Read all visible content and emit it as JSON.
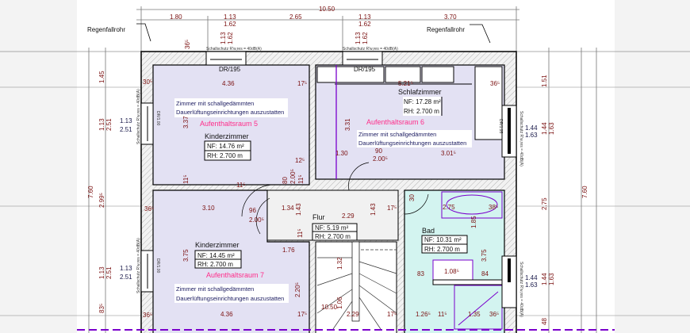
{
  "colors": {
    "room": "#e3e1f3",
    "bath": "#d3f4f0",
    "dimension": "#7a1010",
    "label": "#ff2d8a",
    "purple": "#7a00cc"
  },
  "top_dims": {
    "overall": "10.50",
    "segments": [
      "1.80",
      "1.13",
      "1.62",
      "2.65",
      "1.13",
      "1.62",
      "3.70"
    ],
    "window_v": [
      "1.13",
      "1.62",
      "1.13",
      "1.62"
    ],
    "wall": "36⁵"
  },
  "annotations": {
    "rain_pipe_left": "Regenfallrohr",
    "rain_pipe_right": "Regenfallrohr",
    "soundproof": "Schallschutz R'w,res = 40dB(A)",
    "window_type": "DR/195",
    "window_type_side": "DR/1.00",
    "window_type_side_right": "DR/1.95"
  },
  "left_dims": {
    "overall": "7.60",
    "segments": [
      "1.45",
      "1.13",
      "2.51",
      "2.99⁵",
      "1.13",
      "2.51",
      "83⁵"
    ],
    "window1": [
      "1.13",
      "2.51"
    ],
    "window2": [
      "1.13",
      "2.51"
    ]
  },
  "right_dims": {
    "overall": "7.60",
    "segments": [
      "1.51",
      "1.44",
      "1.63",
      "2.75",
      "1.44",
      "1.63",
      "48"
    ],
    "window1": [
      "1.44",
      "1.63"
    ],
    "window2": [
      "1.44",
      "1.63"
    ]
  },
  "rooms": {
    "room5": {
      "name": "Kinderzimmer",
      "nf": "NF: 14.76 m²",
      "rh": "RH: 2.700 m",
      "label": "Aufenthaltsraum 5",
      "note1": "Zimmer mit schallgedämmten",
      "note2": "Dauerlüftungseinrichtungen auszustatten"
    },
    "room6": {
      "name": "Schlafzimmer",
      "nf": "NF: 17.28 m²",
      "rh": "RH: 2.700 m",
      "label": "Aufenthaltsraum 6",
      "note1": "Zimmer mit schallgedämmten",
      "note2": "Dauerlüftungseinrichtungen auszustatten"
    },
    "room7": {
      "name": "Kinderzimmer",
      "nf": "NF: 14.45 m²",
      "rh": "RH: 2.700 m",
      "label": "Aufenthaltsraum 7",
      "note1": "Zimmer mit schallgedämmten",
      "note2": "Dauerlüftungseinrichtungen auszustatten"
    },
    "flur": {
      "name": "Flur",
      "nf": "NF:   5.19 m²",
      "rh": "RH: 2.700 m"
    },
    "bad": {
      "name": "Bad",
      "nf": "NF: 10.31 m²",
      "rh": "RH: 2.700 m"
    }
  },
  "inner_dims": [
    "30⁵",
    "4.36",
    "17⁵",
    "3.37",
    "11⁵",
    "12⁵",
    "11⁵",
    "80",
    "2.00⁵",
    "11⁵",
    "5.21⁵",
    "36⁵",
    "3.31",
    "1.30",
    "90",
    "2.00⁵",
    "3.01⁵",
    "36⁵",
    "3.10",
    "96",
    "2.00⁵",
    "1.34",
    "1.43",
    "2.29",
    "1.43",
    "17⁵",
    "1.76",
    "11⁵",
    "3.75",
    "2.20⁵",
    "1.32",
    "10.50",
    "1.06",
    "2.29",
    "17⁵",
    "36⁵",
    "4.36",
    "17⁵",
    "1.26⁵",
    "11⁵",
    "1.35",
    "36⁵",
    "30",
    "2.75",
    "38⁵",
    "1.85",
    "83",
    "1.08⁵",
    "84",
    "3.75"
  ]
}
